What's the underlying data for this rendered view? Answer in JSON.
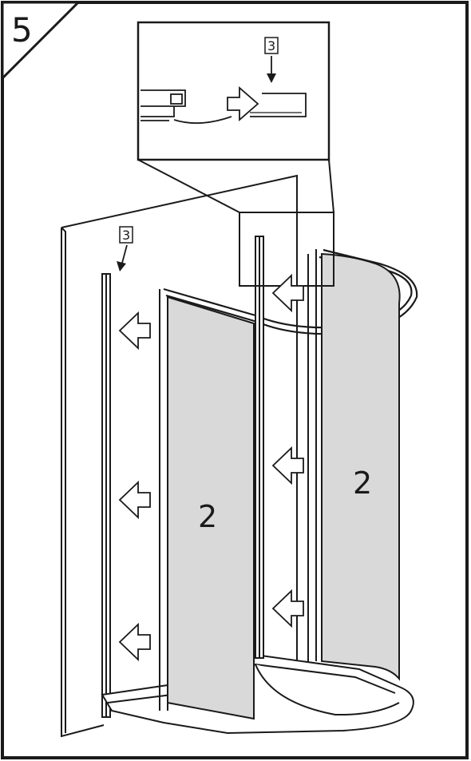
{
  "step": {
    "number": "5"
  },
  "callouts": {
    "detail_part": "3",
    "wall_part": "3"
  },
  "panels": {
    "left_label": "2",
    "right_label": "2"
  },
  "colors": {
    "line": "#1a1a1a",
    "glass": "#d9d9d9",
    "background": "#ffffff"
  },
  "icons": [
    "arrow-left-icon",
    "arrow-right-icon",
    "pointer-arrow-icon"
  ]
}
